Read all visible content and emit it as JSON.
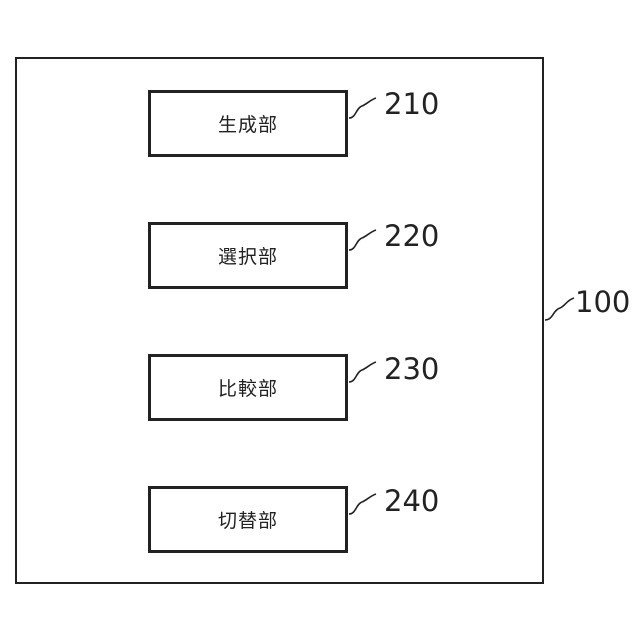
{
  "diagram": {
    "container": {
      "ref": "100"
    },
    "units": [
      {
        "label": "生成部",
        "ref": "210"
      },
      {
        "label": "選択部",
        "ref": "220"
      },
      {
        "label": "比較部",
        "ref": "230"
      },
      {
        "label": "切替部",
        "ref": "240"
      }
    ]
  }
}
